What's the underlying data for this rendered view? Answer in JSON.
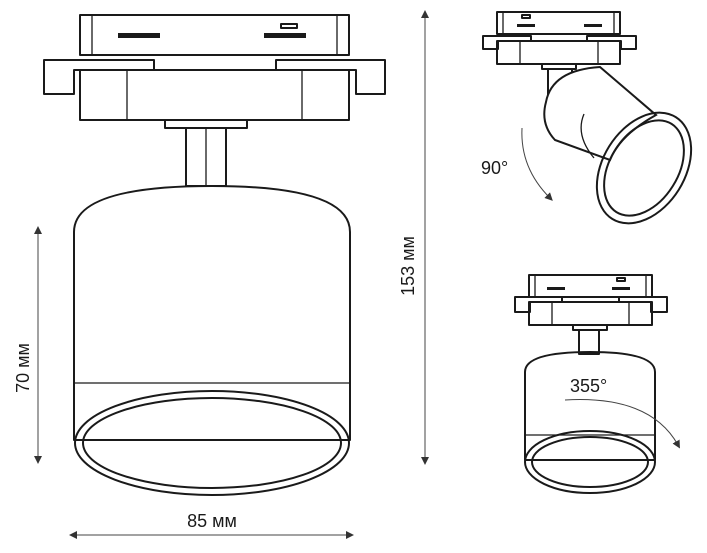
{
  "dimensions": {
    "width_label": "85 мм",
    "height_label": "153 мм",
    "body_height_label": "70 мм"
  },
  "rotation": {
    "tilt_label": "90°",
    "rotate_label": "355°"
  }
}
